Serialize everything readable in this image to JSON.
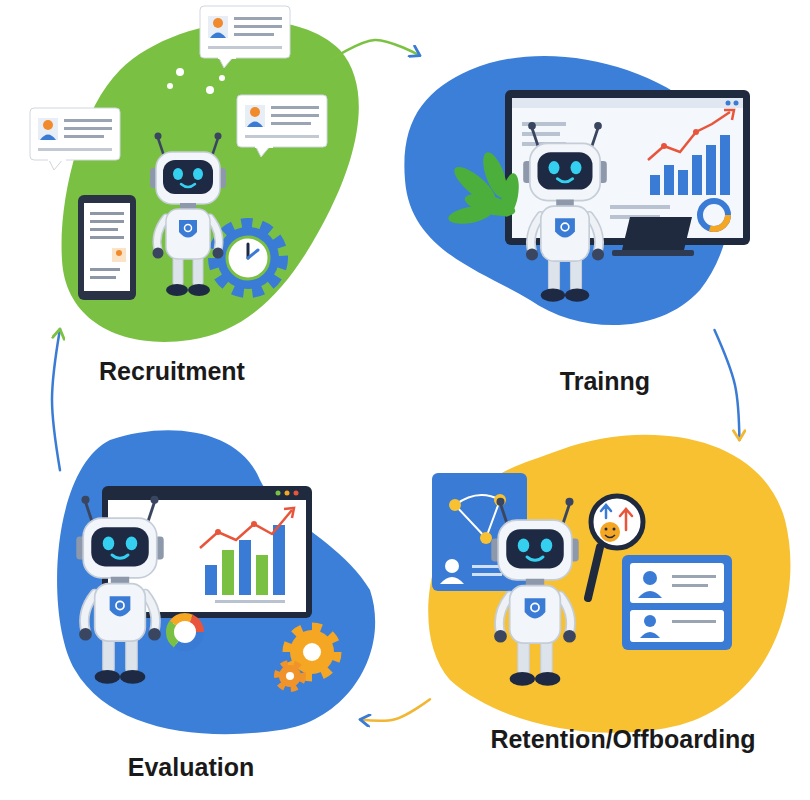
{
  "diagram": {
    "nodes": [
      {
        "text": [
          "Recruitment"
        ]
      },
      {
        "text": [
          "Trainng"
        ]
      },
      {
        "text": [
          "Retention/Offboarding"
        ]
      },
      {
        "text": [
          "Evaluation"
        ]
      }
    ],
    "edges": [
      {
        "from": 0,
        "to": 1,
        "arrow": "to"
      },
      {
        "from": 1,
        "to": 2,
        "arrow": "to"
      },
      {
        "from": 2,
        "to": 3,
        "arrow": "to"
      },
      {
        "from": 3,
        "to": 0,
        "arrow": "to"
      }
    ]
  }
}
